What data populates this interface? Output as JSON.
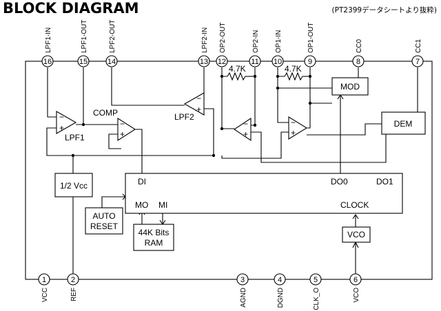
{
  "title": "BLOCK DIAGRAM",
  "subtitle": "(PT2399データシートより抜粋)",
  "top_pins": [
    {
      "num": "16",
      "label": "LPF1-IN"
    },
    {
      "num": "15",
      "label": "LPF1-OUT"
    },
    {
      "num": "14",
      "label": "LPF2-OUT"
    },
    {
      "num": "13",
      "label": "LPF2-IN"
    },
    {
      "num": "12",
      "label": "OP2-OUT"
    },
    {
      "num": "11",
      "label": "OP2-IN"
    },
    {
      "num": "10",
      "label": "OP1-IN"
    },
    {
      "num": "9",
      "label": "OP1-OUT"
    },
    {
      "num": "8",
      "label": "CC0"
    },
    {
      "num": "7",
      "label": "CC1"
    }
  ],
  "bottom_pins": [
    {
      "num": "1",
      "label": "VCC"
    },
    {
      "num": "2",
      "label": "REF"
    },
    {
      "num": "3",
      "label": "AGND"
    },
    {
      "num": "4",
      "label": "DGND"
    },
    {
      "num": "5",
      "label": "CLK_O"
    },
    {
      "num": "6",
      "label": "VCO"
    }
  ],
  "resistors": {
    "r1": "4.7K",
    "r2": "4.7K"
  },
  "amplifiers": {
    "lpf1": "LPF1",
    "comp": "COMP",
    "lpf2": "LPF2"
  },
  "amp_signs": {
    "minus": "−",
    "plus": "+"
  },
  "blocks": {
    "half_vcc": "1/2 Vcc",
    "mod": "MOD",
    "dem": "DEM",
    "vco": "VCO",
    "auto_reset": [
      "AUTO",
      "RESET"
    ],
    "ram": [
      "44K Bits",
      "RAM"
    ]
  },
  "core": {
    "di": "DI",
    "do0": "DO0",
    "do1": "DO1",
    "mo": "MO",
    "mi": "MI",
    "clock": "CLOCK"
  }
}
